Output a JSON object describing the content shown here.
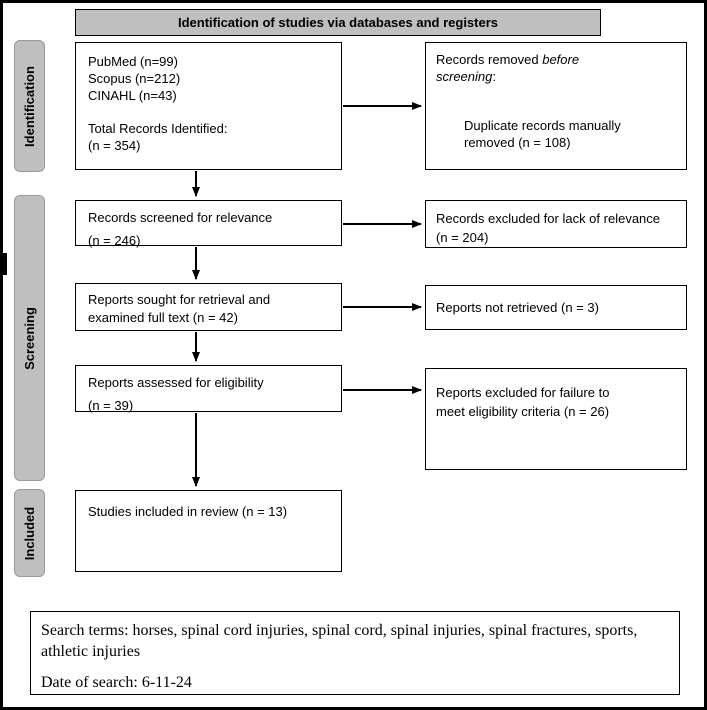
{
  "header": {
    "title": "Identification of studies via databases and registers"
  },
  "stages": {
    "identification": "Identification",
    "screening": "Screening",
    "included": "Included"
  },
  "flow": {
    "identified": {
      "db1": "PubMed (n=99)",
      "db2": "Scopus (n=212)",
      "db3": "CINAHL (n=43)",
      "total_label": "Total Records Identified:",
      "total_value": "(n = 354)"
    },
    "removed_before_screening": {
      "prefix": "Records removed ",
      "italic": "before screening",
      "suffix": ":",
      "detail": "Duplicate records manually removed (n = 108)"
    },
    "screened": {
      "line1": "Records screened for relevance",
      "line2": "(n = 246)"
    },
    "excluded_relevance": {
      "text": "Records excluded for lack of relevance (n = 204)"
    },
    "sought": {
      "text": "Reports sought for retrieval and examined full text (n = 42)"
    },
    "not_retrieved": {
      "text": "Reports not retrieved (n = 3)"
    },
    "assessed": {
      "line1": "Reports assessed for eligibility",
      "line2": "(n = 39)"
    },
    "excluded_eligibility": {
      "text": "Reports excluded for failure to meet eligibility criteria (n = 26)"
    },
    "included_box": {
      "text": "Studies included in review (n = 13)"
    }
  },
  "footer": {
    "search_terms": "Search terms: horses, spinal cord injuries, spinal cord, spinal injuries, spinal fractures, sports, athletic injuries",
    "date_of_search": "Date of search: 6-11-24"
  },
  "colors": {
    "stage_fill": "#bfbfbf",
    "header_fill": "#bfbfbf",
    "border": "#000000",
    "background": "#ffffff"
  }
}
